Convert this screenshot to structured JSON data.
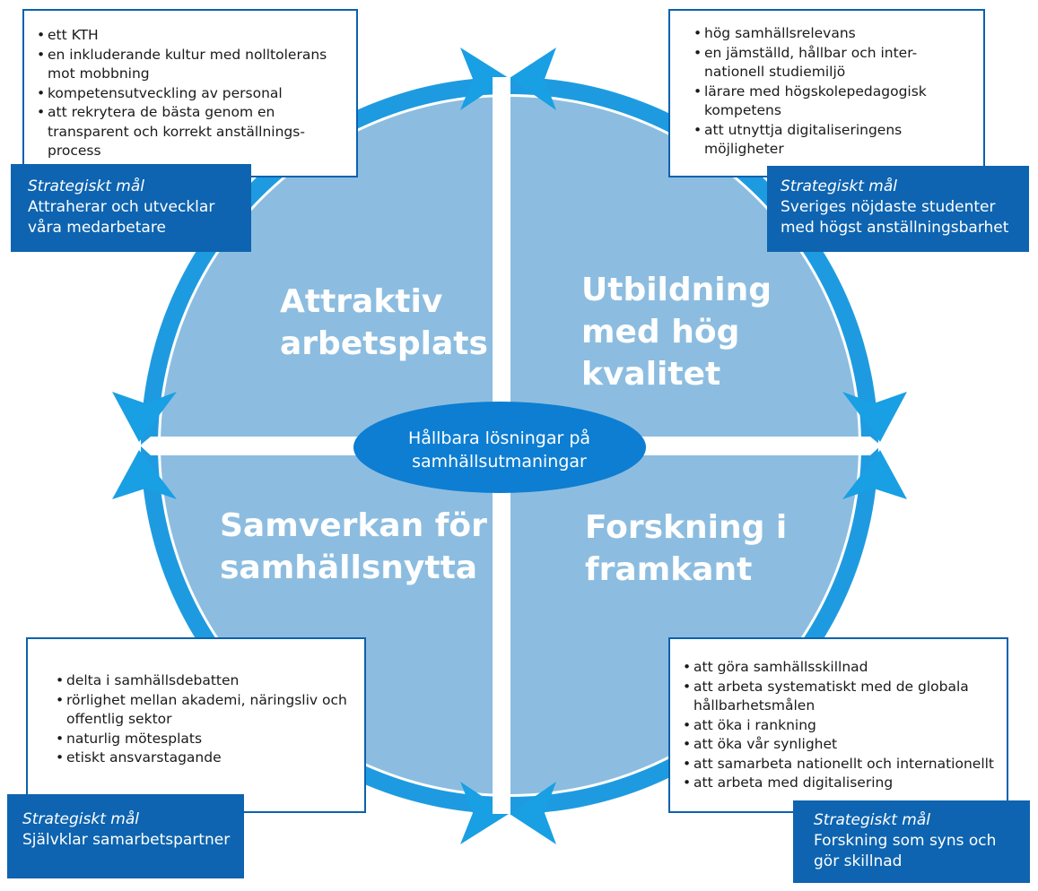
{
  "quadrants": {
    "top_left": {
      "title_line1": "Attraktiv",
      "title_line2": "arbetsplats"
    },
    "top_right": {
      "title_line1": "Utbildning",
      "title_line2": "med hög",
      "title_line3": "kvalitet"
    },
    "bottom_left": {
      "title_line1": "Samverkan för",
      "title_line2": "samhällsnytta"
    },
    "bottom_right": {
      "title_line1": "Forskning i",
      "title_line2": "framkant"
    }
  },
  "center": {
    "line1": "Hållbara lösningar på",
    "line2": "samhällsutmaningar"
  },
  "boxes": {
    "top_left": {
      "items": [
        "ett KTH",
        "en inkluderande kultur med nolltolerans mot mobbning",
        "kompetensutveckling av personal",
        "att rekrytera de bästa genom en transparent och korrekt anställnings-process"
      ],
      "goal_label": "Strategiskt mål",
      "goal_line1": "Attraherar och utvecklar",
      "goal_line2": "våra medarbetare"
    },
    "top_right": {
      "items": [
        "hög samhällsrelevans",
        "en jämställd, hållbar och inter-nationell studiemiljö",
        "lärare med högskolepedagogisk kompetens",
        "att utnyttja digitaliseringens möjligheter"
      ],
      "goal_label": "Strategiskt mål",
      "goal_line1": "Sveriges nöjdaste studenter",
      "goal_line2": "med högst anställningsbarhet"
    },
    "bottom_left": {
      "items": [
        "delta i samhällsdebatten",
        "rörlighet mellan akademi, näringsliv och offentlig sektor",
        "naturlig mötesplats",
        "etiskt ansvarstagande"
      ],
      "goal_label": "Strategiskt mål",
      "goal_line1": "Självklar samarbetspartner"
    },
    "bottom_right": {
      "items": [
        "att göra samhällsskillnad",
        "att arbeta systematiskt med de globala hållbarhetsmålen",
        "att öka i rankning",
        "att öka vår synlighet",
        "att samarbeta nationellt och internationellt",
        "att arbeta med digitalisering"
      ],
      "goal_label": "Strategiskt mål",
      "goal_line1": "Forskning som syns och",
      "goal_line2": "gör skillnad"
    }
  },
  "colors": {
    "disc": "#8cbde0",
    "ring": "#1e9be0",
    "arrow": "#199fe3",
    "center_ellipse": "#0d7ed2",
    "goal_box": "#0e64b0",
    "box_border": "#0b62ad"
  }
}
